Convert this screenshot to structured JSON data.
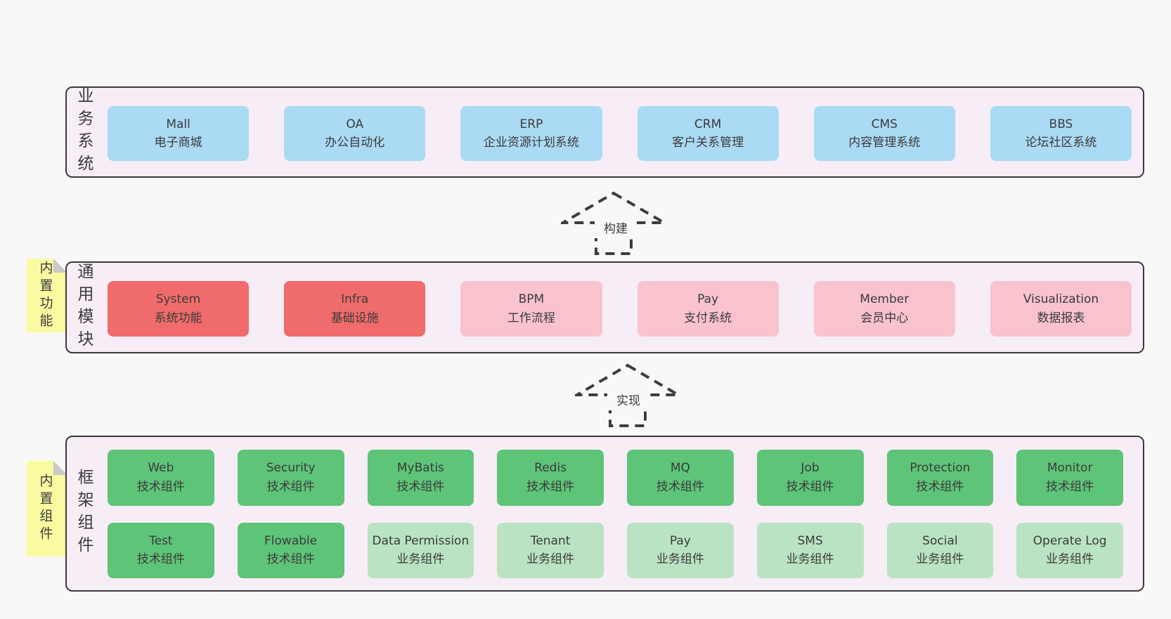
{
  "palette": {
    "page_bg": "#f8f8f8",
    "panel_bg": "#f7edf6",
    "panel_border": "#3a3a3a",
    "blue": "#abdaf4",
    "red": "#f06b6b",
    "pink": "#f9c3cd",
    "green": "#5ec478",
    "light_green": "#b9e3c2",
    "note_bg": "#fafaa2",
    "note_fold": "#c9c9c9",
    "text": "#3b3b3b",
    "arrow": "#3d3d3d"
  },
  "business": {
    "label": "业务系统",
    "boxes": [
      {
        "title": "Mall",
        "subtitle": "电子商城"
      },
      {
        "title": "OA",
        "subtitle": "办公自动化"
      },
      {
        "title": "ERP",
        "subtitle": "企业资源计划系统"
      },
      {
        "title": "CRM",
        "subtitle": "客户关系管理"
      },
      {
        "title": "CMS",
        "subtitle": "内容管理系统"
      },
      {
        "title": "BBS",
        "subtitle": "论坛社区系统"
      }
    ]
  },
  "arrow_build": {
    "label": "构建"
  },
  "arrow_implement": {
    "label": "实现"
  },
  "modules": {
    "label": "通用模块",
    "note": "内置功能",
    "boxes": [
      {
        "title": "System",
        "subtitle": "系统功能"
      },
      {
        "title": "Infra",
        "subtitle": "基础设施"
      },
      {
        "title": "BPM",
        "subtitle": "工作流程"
      },
      {
        "title": "Pay",
        "subtitle": "支付系统"
      },
      {
        "title": "Member",
        "subtitle": "会员中心"
      },
      {
        "title": "Visualization",
        "subtitle": "数据报表"
      }
    ]
  },
  "framework": {
    "label": "框架组件",
    "note": "内置组件",
    "row1": [
      {
        "title": "Web",
        "subtitle": "技术组件"
      },
      {
        "title": "Security",
        "subtitle": "技术组件"
      },
      {
        "title": "MyBatis",
        "subtitle": "技术组件"
      },
      {
        "title": "Redis",
        "subtitle": "技术组件"
      },
      {
        "title": "MQ",
        "subtitle": "技术组件"
      },
      {
        "title": "Job",
        "subtitle": "技术组件"
      },
      {
        "title": "Protection",
        "subtitle": "技术组件"
      },
      {
        "title": "Monitor",
        "subtitle": "技术组件"
      }
    ],
    "row2": [
      {
        "title": "Test",
        "subtitle": "技术组件"
      },
      {
        "title": "Flowable",
        "subtitle": "技术组件"
      },
      {
        "title": "Data Permission",
        "subtitle": "业务组件"
      },
      {
        "title": "Tenant",
        "subtitle": "业务组件"
      },
      {
        "title": "Pay",
        "subtitle": "业务组件"
      },
      {
        "title": "SMS",
        "subtitle": "业务组件"
      },
      {
        "title": "Social",
        "subtitle": "业务组件"
      },
      {
        "title": "Operate Log",
        "subtitle": "业务组件"
      }
    ]
  }
}
